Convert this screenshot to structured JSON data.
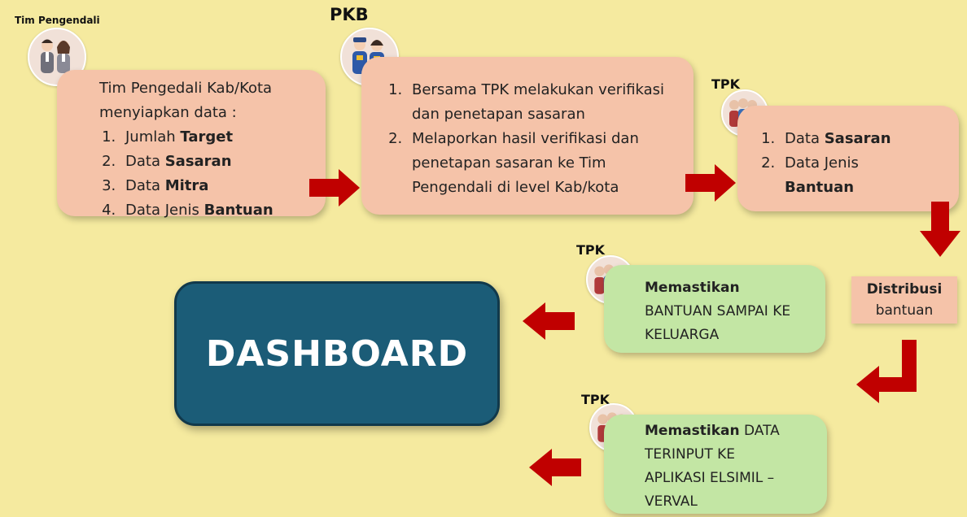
{
  "step1": {
    "label": "Tim Pengendali",
    "intro_line1": "Tim Pengedali Kab/Kota",
    "intro_line2": "menyiapkan data :",
    "items": [
      {
        "prefix": "Jumlah ",
        "bold": "Target"
      },
      {
        "prefix": "Data ",
        "bold": "Sasaran"
      },
      {
        "prefix": "Data ",
        "bold": "Mitra"
      },
      {
        "prefix": "Data Jenis ",
        "bold": "Bantuan"
      }
    ]
  },
  "step2": {
    "label": "PKB",
    "items": [
      "Bersama TPK melakukan verifikasi dan penetapan sasaran",
      "Melaporkan hasil verifikasi dan penetapan sasaran ke Tim Pengendali di level Kab/kota"
    ]
  },
  "step3": {
    "label": "TPK",
    "item1_prefix": "Data ",
    "item1_bold": "Sasaran",
    "item2_prefix": "Data Jenis",
    "item2_bold": "Bantuan"
  },
  "distribusi": {
    "title": "Distribusi",
    "subtitle": "bantuan"
  },
  "step4": {
    "label": "TPK",
    "bold": "Memastikan",
    "line2": "BANTUAN SAMPAI KE",
    "line3": "KELUARGA"
  },
  "step5": {
    "label": "TPK",
    "bold": "Memastikan",
    "line1_rest": " DATA",
    "line2": "TERINPUT KE",
    "line3": "APLIKASI ELSIMIL –",
    "line4": "VERVAL"
  },
  "dashboard": {
    "label": "DASHBOARD"
  },
  "colors": {
    "background": "#f5ea9f",
    "peach_box": "#f5c3a9",
    "green_box": "#c3e6a4",
    "dashboard": "#1b5c77",
    "arrow": "#c00000"
  }
}
